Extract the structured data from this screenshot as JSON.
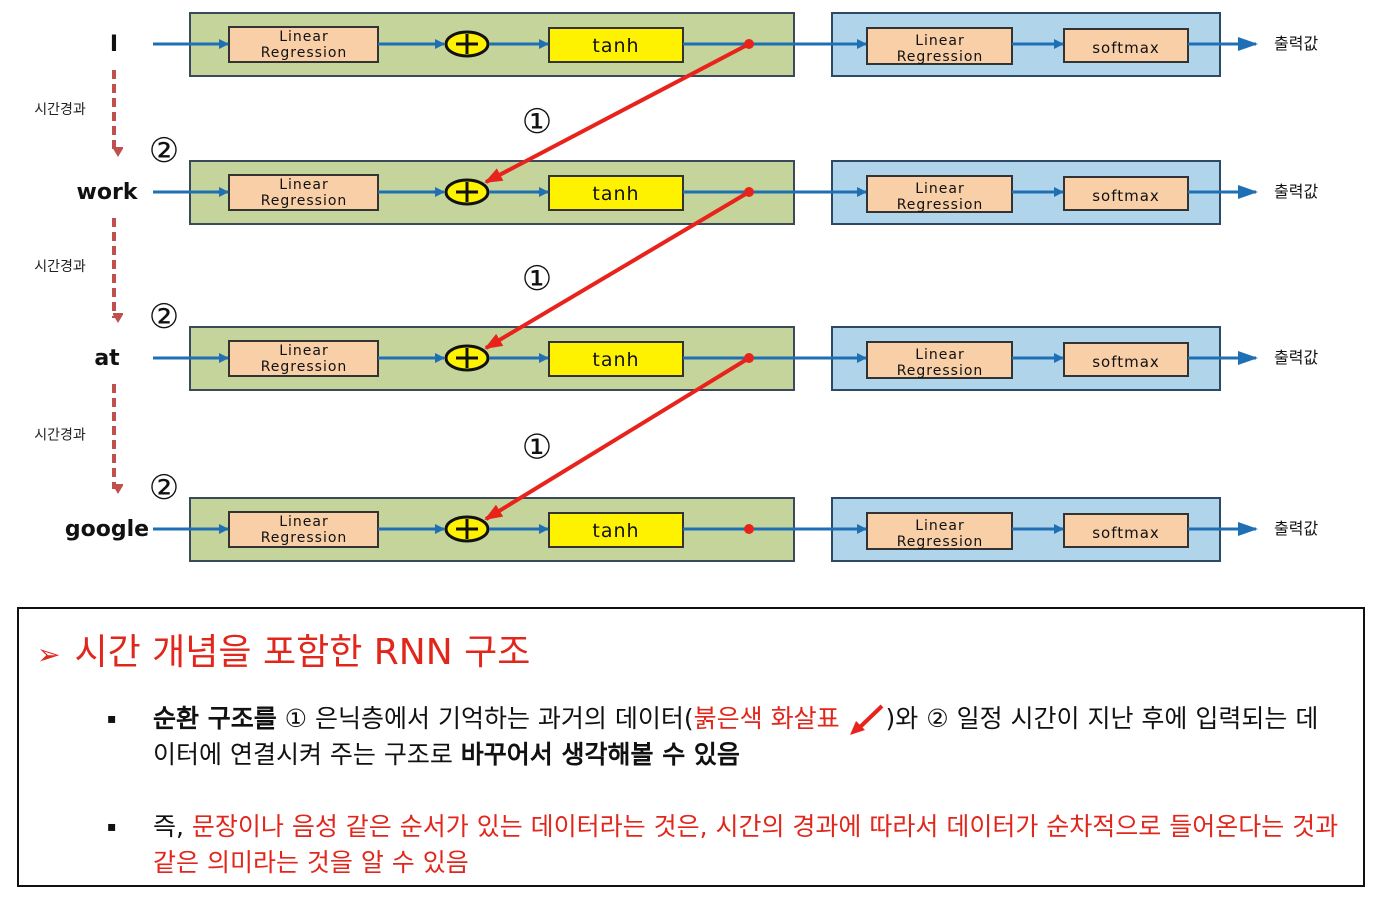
{
  "diagram": {
    "inputs": [
      "I",
      "work",
      "at",
      "google"
    ],
    "linear_label_line1": "Linear",
    "linear_label_line2": "Regression",
    "tanh_label": "tanh",
    "softmax_label": "softmax",
    "output_label": "출력값",
    "time_label": "시간경과",
    "marker_one": "①",
    "marker_two": "②",
    "colors": {
      "hidden_block": "#c4d49a",
      "output_block": "#b0d4ea",
      "linear_box": "#f9cfa8",
      "tanh_box": "#fff200",
      "flow_arrow": "#1f6fb5",
      "recurrent_arrow": "#e8231c",
      "time_arrow": "#c0504d"
    }
  },
  "summary": {
    "heading_mark": "➢",
    "heading": "시간 개념을 포함한 RNN 구조",
    "bullet_mark": "▪",
    "bullet1": {
      "part1": "순환 구조를",
      "part2": " ① 은닉층에서 기억하는 과거의 데이터(",
      "part3": "붉은색 화살표",
      "part4": ")와  ② 일정 시간이 지난 후에 입력되는 데이터에 연결시켜 주는 구조로 ",
      "part5": "바꾸어서 생각해볼 수 있음"
    },
    "bullet2": {
      "part1": "즉, ",
      "part2": "문장이나 음성 같은 순서가 있는 데이터라는 것은",
      "part3": ", 시간의 경과에 따라서 데이터가 순차적으로 들어온다는 것과 같은 의미라는 것을 알 수 있음"
    }
  }
}
